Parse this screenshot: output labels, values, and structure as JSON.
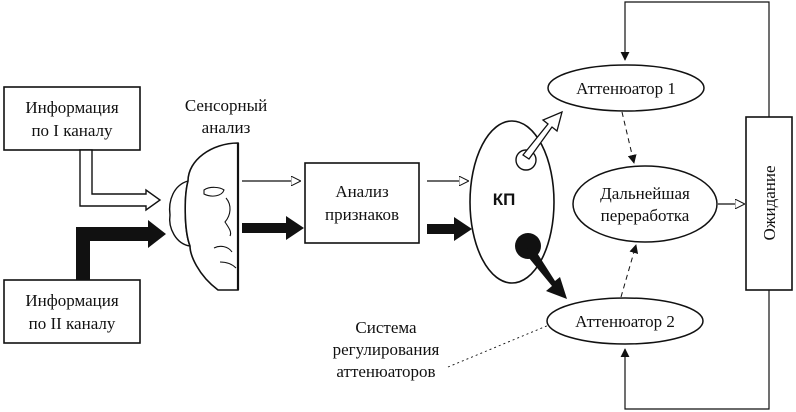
{
  "diagram": {
    "source1": {
      "line1": "Информация",
      "line2": "по I каналу"
    },
    "source2": {
      "line1": "Информация",
      "line2": "по II каналу"
    },
    "sensory": {
      "line1": "Сенсорный",
      "line2": "анализ"
    },
    "features": {
      "line1": "Анализ",
      "line2": "признаков"
    },
    "kp": "КП",
    "att1": "Аттенюатор 1",
    "att2": "Аттенюатор 2",
    "further": {
      "line1": "Дальнейшая",
      "line2": "переработка"
    },
    "expect": "Ожидание",
    "regulation": {
      "line1": "Система",
      "line2": "регулирования",
      "line3": "аттенюаторов"
    }
  },
  "colors": {
    "line": "#111111",
    "background": "#ffffff"
  }
}
